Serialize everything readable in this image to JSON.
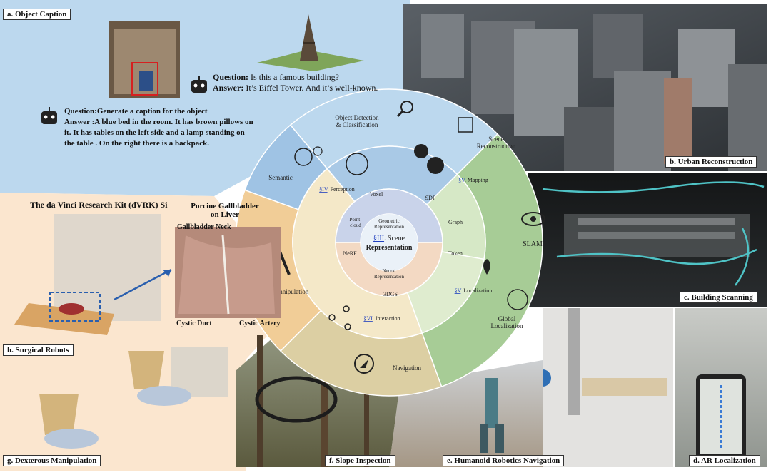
{
  "panels": {
    "a": "a. Object Caption",
    "b": "b. Urban Reconstruction",
    "c": "c. Building Scanning",
    "d": "d. AR Localization",
    "e": "e. Humanoid Robotics Navigation",
    "f": "f. Slope Inspection",
    "g": "g. Dexterous Manipulation",
    "h": "h. Surgical Robots"
  },
  "caption": {
    "q1_label": "Question:",
    "q1_text": " Is this a famous building?",
    "a1_label": "Answer:",
    "a1_text": " It’s Eiffel Tower. And it’s well-known.",
    "q2_label": "Question:",
    "q2_text": "Generate a caption for the object",
    "a2_text": "Answer :A blue bed in the room. It has brown pillows on it. It has tables on the left side and a lamp standing on the table . On the right there is a backpack."
  },
  "surgical": {
    "title": "The da Vinci Research Kit (dVRK) Si",
    "organ": "Porcine Gallbladder on Liver",
    "neck": "Gallbladder Neck",
    "duct": "Cystic Duct",
    "artery": "Cystic Artery"
  },
  "wheel": {
    "center_ref": "§III",
    "center_text1": ". Scene",
    "center_text2": "Representation",
    "geo_rep": [
      "Geometric",
      "Representation"
    ],
    "neu_rep": [
      "Neural",
      "Representation"
    ],
    "inner_items": {
      "voxel": "Voxel",
      "sdf": "SDF",
      "pointcloud": [
        "Point-",
        "cloud"
      ],
      "graph": "Graph",
      "nerf": "NeRF",
      "token": "Token",
      "gs": "3DGS"
    },
    "perception_ref": "§IV",
    "perception": ". Perception",
    "mapping_ref": "§V",
    "mapping": ". Mapping",
    "localization_ref": "§V",
    "localization": ". Localization",
    "interaction_ref": "§VI",
    "interaction": ". Interaction",
    "outer": {
      "detection": [
        "Object Detection",
        "& Classification"
      ],
      "scene_recon": [
        "Scene",
        "Reconstruction"
      ],
      "slam": "SLAM",
      "global_loc": [
        "Global",
        "Localization"
      ],
      "navigation": "Navigation",
      "manipulation": "Manipulation",
      "semantic": "Semantic"
    }
  },
  "colors": {
    "blue_region": "#bcd8ee",
    "peach_region": "#fbe6cf",
    "perception_blue": "#a9c9e6",
    "mapping_green": "#a7cc96",
    "interaction_cream": "#f4e8c8",
    "manip_orange": "#f1cd97",
    "link": "#1f3fbf"
  },
  "icons": [
    "magnifier-icon",
    "head-icon",
    "brain-icon",
    "gears-icon",
    "cube-icon",
    "eye-icon",
    "pin-icon",
    "globe-icon",
    "nodes-icon",
    "wrench-icon",
    "compass-icon",
    "robot-icon"
  ]
}
